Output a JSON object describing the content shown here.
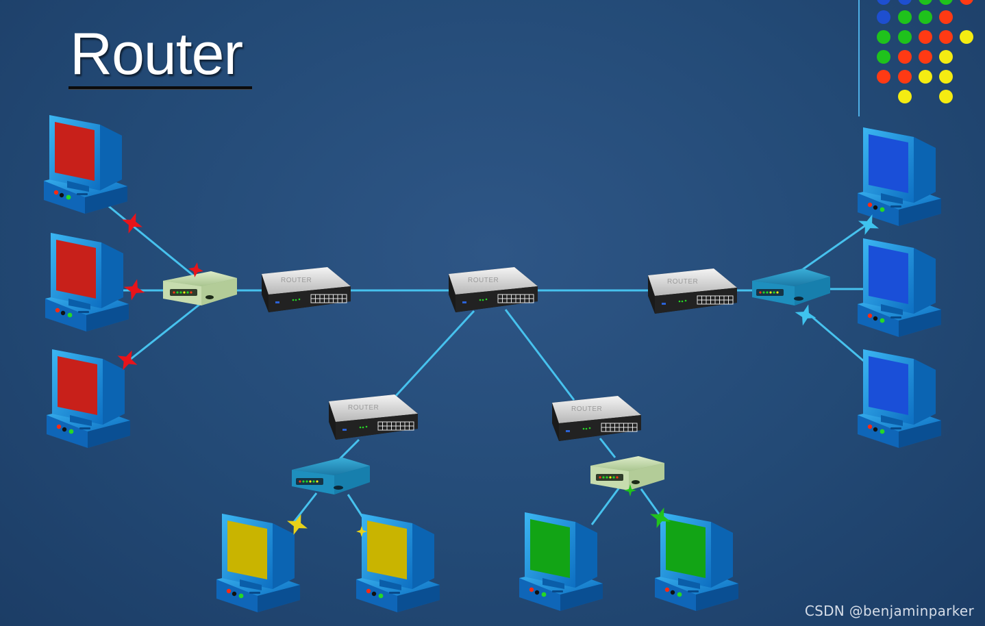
{
  "title": "Router",
  "watermark": "CSDN @benjaminparker",
  "router_label": "ROUTER",
  "colors": {
    "link": "#47c2ee",
    "background": "#234a76",
    "screen_red": "#c8201a",
    "screen_blue": "#1a4fd8",
    "screen_yellow": "#c9b400",
    "screen_green": "#12a415",
    "collision_red": "#e8141a",
    "collision_cyan": "#3fc3ee",
    "collision_yellow": "#e8d21a",
    "collision_green": "#22c21c"
  },
  "dot_grid_colors": [
    "#1e4fd0",
    "#1fc21c",
    "#ff3a14",
    "#f4ec12"
  ]
}
